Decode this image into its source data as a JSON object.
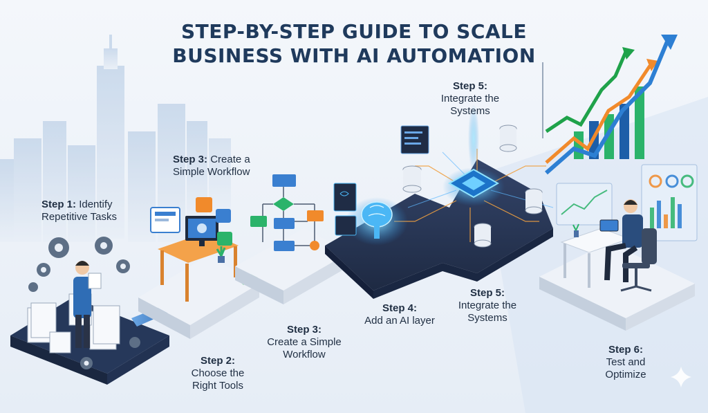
{
  "title": {
    "line1": "STEP-BY-STEP GUIDE TO SCALE",
    "line2": "BUSINESS WITH AI AUTOMATION"
  },
  "callouts": {
    "step1": {
      "step": "Step 1:",
      "text": "Identify",
      "text2": "Repetitive Tasks"
    },
    "step3_top": {
      "step": "Step 3:",
      "text": "Create a",
      "text2": "Simple Workflow"
    },
    "step5_top": {
      "step": "Step 5:",
      "text": "Integrate the",
      "text2": "Systems"
    }
  },
  "bottom_labels": {
    "step2": {
      "step": "Step 2:",
      "line1": "Choose the",
      "line2": "Right Tools"
    },
    "step3": {
      "step": "Step 3:",
      "line1": "Create a Simple",
      "line2": "Workflow"
    },
    "step4": {
      "step": "Step 4:",
      "line1": "Add an AI layer"
    },
    "step5": {
      "step": "Step 5:",
      "line1": "Integrate the",
      "line2": "Systems"
    },
    "step6": {
      "step": "Step 6:",
      "line1": "Test and",
      "line2": "Optimize"
    }
  },
  "colors": {
    "title": "#1f3a5c",
    "platform_top": "#eef2f8",
    "platform_side": "#c9d3e0",
    "dark_platform": "#2c3b57",
    "arrow_blue": "#1d5ea8",
    "arrow_green": "#2bb36a",
    "chart_green": "#1fa24a",
    "chart_orange": "#f18a2b",
    "chart_blue": "#2d7fd3"
  },
  "icons": [
    "gear-icon",
    "document-stack-icon",
    "monitor-icon",
    "flowchart-icon",
    "brain-icon",
    "chip-icon",
    "database-icon",
    "chart-icon",
    "person-icon"
  ]
}
